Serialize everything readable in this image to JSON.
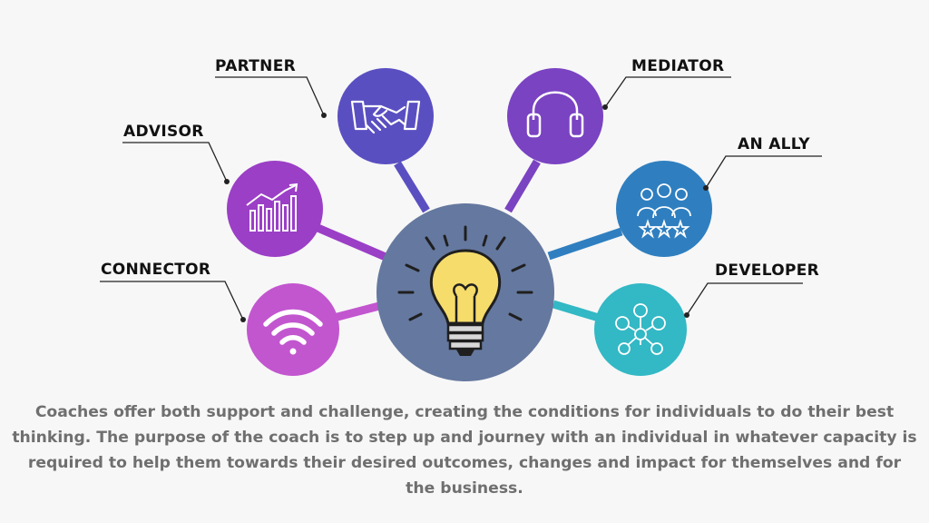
{
  "roles": {
    "partner": {
      "label": "PARTNER",
      "color": "#5a4fc1",
      "icon": "handshake-icon"
    },
    "mediator": {
      "label": "MEDIATOR",
      "color": "#7a43c2",
      "icon": "headphones-icon"
    },
    "advisor": {
      "label": "ADVISOR",
      "color": "#9b3fc6",
      "icon": "growth-chart-icon"
    },
    "ally": {
      "label": "AN ALLY",
      "color": "#2f7fc0",
      "icon": "people-stars-icon"
    },
    "connector": {
      "label": "CONNECTOR",
      "color": "#c256cf",
      "icon": "wifi-icon"
    },
    "developer": {
      "label": "DEVELOPER",
      "color": "#33b8c5",
      "icon": "network-ideas-icon"
    }
  },
  "hub": {
    "icon": "lightbulb-icon",
    "color": "#65789f",
    "bulb_color": "#f6dc6b"
  },
  "caption": "Coaches offer both support and challenge, creating the conditions for individuals to do their best thinking.  The purpose of the coach is to step up and journey with an individual in whatever capacity is required to help them towards their desired outcomes, changes and impact for themselves and for the business."
}
